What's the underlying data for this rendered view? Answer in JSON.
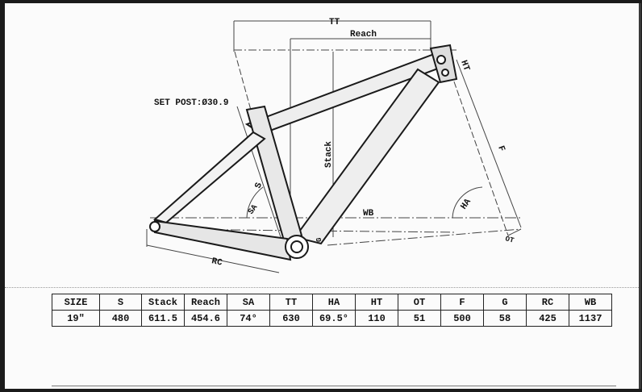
{
  "diagram": {
    "set_post": "SET POST:Ø30.9",
    "labels": {
      "tt": "TT",
      "reach": "Reach",
      "ht": "HT",
      "stack": "Stack",
      "s": "S",
      "sa": "SA",
      "ha": "HA",
      "f": "F",
      "wb": "WB",
      "g": "G",
      "rc": "RC",
      "ot": "OT"
    }
  },
  "table": {
    "headers": [
      "SIZE",
      "S",
      "Stack",
      "Reach",
      "SA",
      "TT",
      "HA",
      "HT",
      "OT",
      "F",
      "G",
      "RC",
      "WB"
    ],
    "row": [
      "19″",
      "480",
      "611.5",
      "454.6",
      "74°",
      "630",
      "69.5°",
      "110",
      "51",
      "500",
      "58",
      "425",
      "1137"
    ]
  }
}
